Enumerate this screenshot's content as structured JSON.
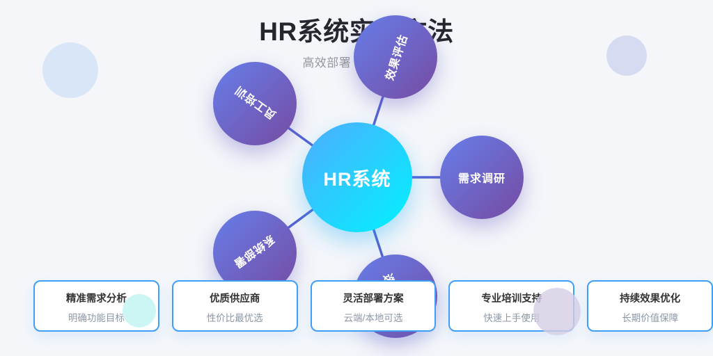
{
  "page": {
    "background_color": "#f4f6fa"
  },
  "header": {
    "title": "HR系统实施方法",
    "subtitle": "高效部署 | 专业服务"
  },
  "diagram": {
    "center": {
      "label": "HR系统",
      "gradient_start": "#4facfe",
      "gradient_end": "#00f2fe"
    },
    "node_gradient_start": "#667eea",
    "node_gradient_end": "#764ba2",
    "spoke_color": "#5564d4",
    "nodes": [
      {
        "label": "需求调研",
        "position": "right",
        "angle_deg": 0
      },
      {
        "label": "选型评估",
        "position": "bottom",
        "angle_deg": 72
      },
      {
        "label": "系统部署",
        "position": "bottom-left",
        "angle_deg": 144
      },
      {
        "label": "员工培训",
        "position": "top-left",
        "angle_deg": 216
      },
      {
        "label": "效果评估",
        "position": "top",
        "angle_deg": 288
      }
    ]
  },
  "cards": [
    {
      "title": "精准需求分析",
      "subtitle": "明确功能目标"
    },
    {
      "title": "优质供应商",
      "subtitle": "性价比最优选"
    },
    {
      "title": "灵活部署方案",
      "subtitle": "云端/本地可选"
    },
    {
      "title": "专业培训支持",
      "subtitle": "快速上手使用"
    },
    {
      "title": "持续效果优化",
      "subtitle": "长期价值保障"
    }
  ],
  "accent": {
    "card_border": "#3f9ef6",
    "deco_blue": "#d8e6f8",
    "deco_lavender": "#d7dbf2",
    "deco_cyan": "#c9f6f2",
    "deco_purple": "#d6cde5"
  }
}
